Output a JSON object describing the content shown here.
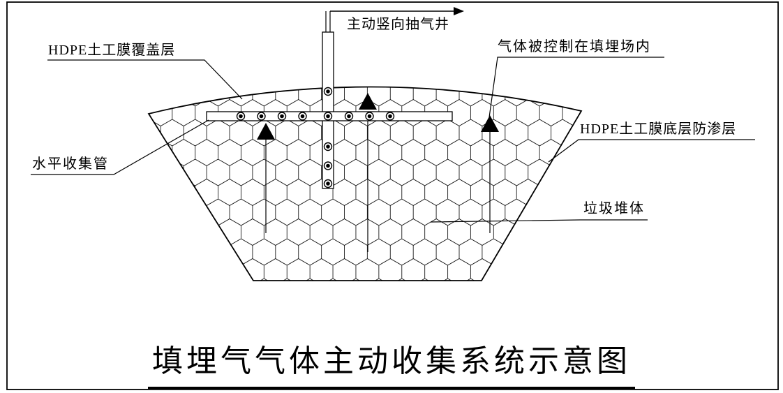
{
  "diagram": {
    "title": "填埋气气体主动收集系统示意图",
    "labels": {
      "vertical_well": "主动竖向抽气井",
      "hdpe_cover": "HDPE土工膜覆盖层",
      "gas_contained": "气体被控制在填埋场内",
      "hdpe_bottom_liner": "HDPE土工膜底层防渗层",
      "horizontal_pipe": "水平收集管",
      "waste_body": "垃圾堆体"
    },
    "colors": {
      "line": "#000000",
      "background": "#ffffff"
    }
  }
}
